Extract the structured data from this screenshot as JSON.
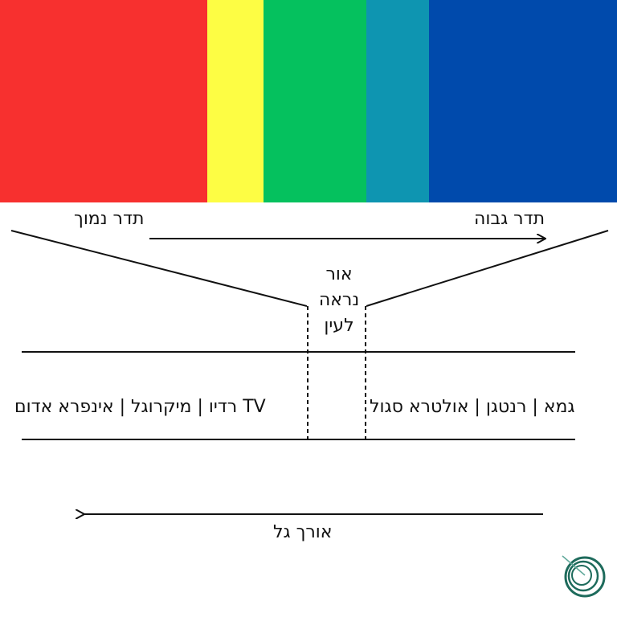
{
  "spectrum": {
    "bands": [
      {
        "name": "red",
        "color": "#f7302f"
      },
      {
        "name": "yellow",
        "color": "#fdfd44"
      },
      {
        "name": "green",
        "color": "#05c15e"
      },
      {
        "name": "teal",
        "color": "#0e95b1"
      },
      {
        "name": "blue",
        "color": "#004aac"
      }
    ]
  },
  "labels": {
    "low_frequency": "תדר נמוך",
    "high_frequency": "תדר גבוה",
    "visible_line1": "אור",
    "visible_line2": "נראה",
    "visible_line3": "לעין",
    "left_group": "TV רדיו | מיקרוגל | אינפרא אדום",
    "right_group": "גמא | רנטגן | אולטרא סגול",
    "wavelength": "אורך גל"
  },
  "logo": {
    "icon": "circular-swirl-logo",
    "color": "#1e6b5c"
  }
}
